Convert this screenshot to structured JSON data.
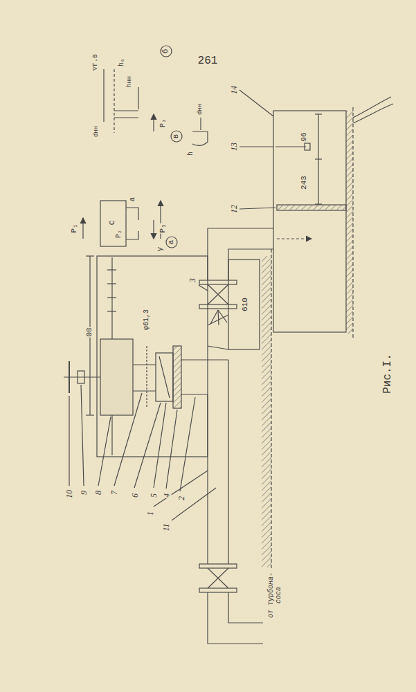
{
  "diagram": {
    "caption": "Рис.I.",
    "labels": [
      "261",
      "б",
      "а",
      "в",
      "y",
      "P₁",
      "C",
      "P₂",
      "P₃",
      "a",
      "▽г.в",
      "hₑ",
      "hнн",
      "dнн",
      "P₃",
      "dнн",
      "h",
      "08",
      "φ61,3",
      "610",
      "96",
      "243",
      "1",
      "2",
      "3",
      "4",
      "5",
      "6",
      "7",
      "8",
      "9",
      "10",
      "11",
      "12",
      "13",
      "14",
      "от турбона- соса"
    ]
  }
}
